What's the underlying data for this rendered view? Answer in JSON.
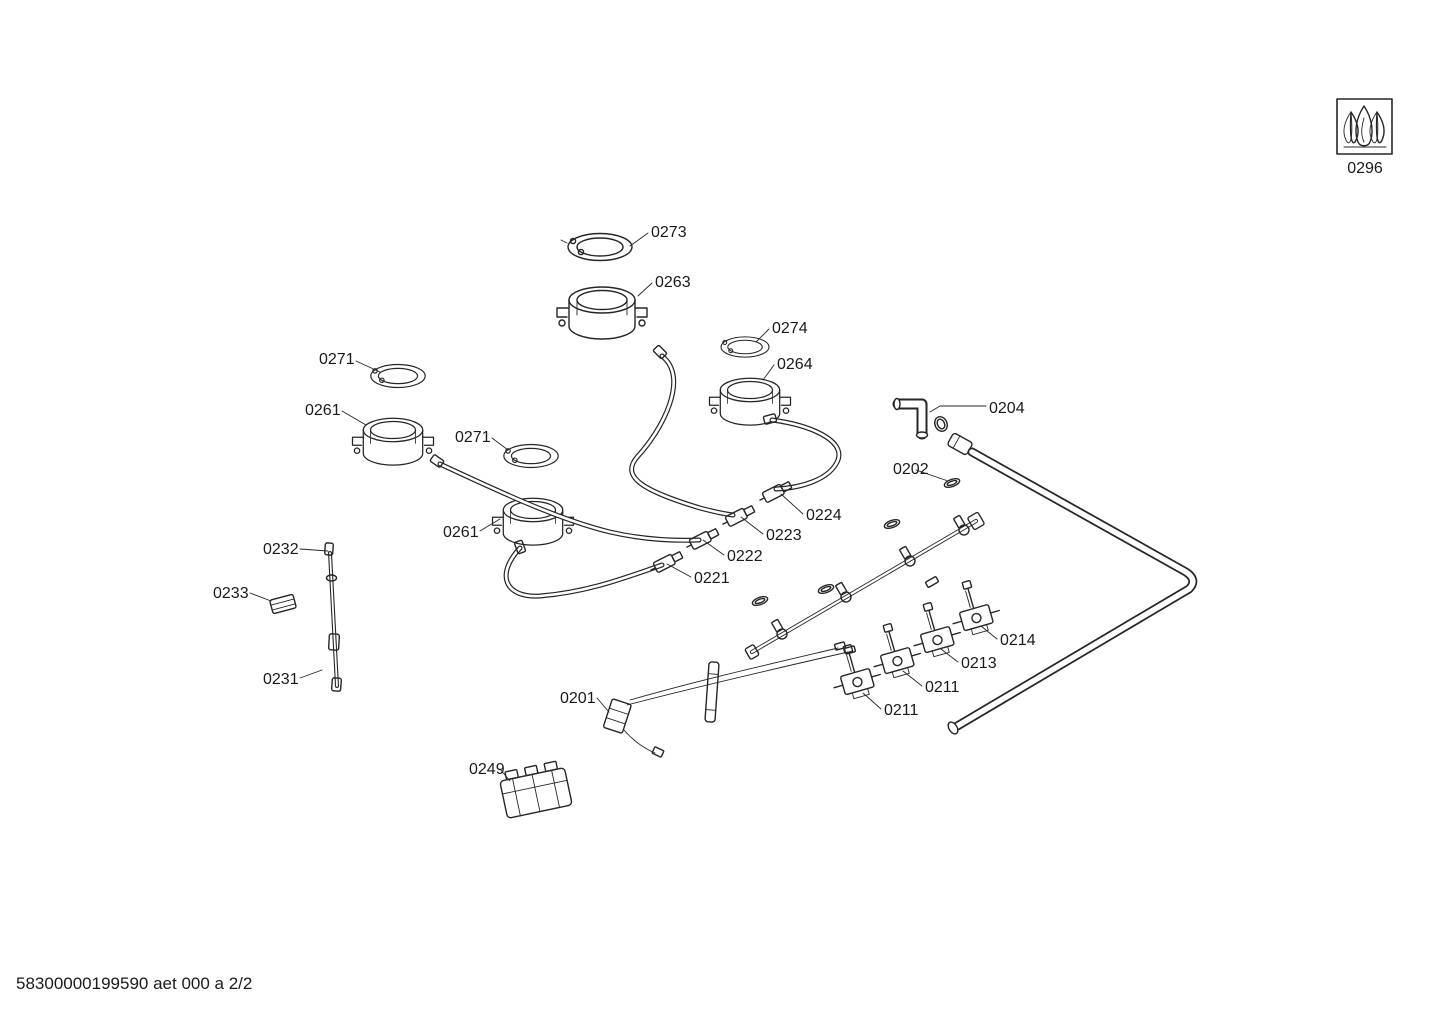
{
  "footer": {
    "doc_code": "58300000199590 aet 000 a 2/2"
  },
  "legend": {
    "flame_label": "0296"
  },
  "colors": {
    "background": "#ffffff",
    "line": "#262626",
    "text": "#1a1a1a"
  },
  "part_labels": [
    {
      "text": "0273"
    },
    {
      "text": "0263"
    },
    {
      "text": "0274"
    },
    {
      "text": "0264"
    },
    {
      "text": "0271"
    },
    {
      "text": "0261"
    },
    {
      "text": "0271"
    },
    {
      "text": "0261"
    },
    {
      "text": "0232"
    },
    {
      "text": "0233"
    },
    {
      "text": "0231"
    },
    {
      "text": "0221"
    },
    {
      "text": "0222"
    },
    {
      "text": "0223"
    },
    {
      "text": "0224"
    },
    {
      "text": "0202"
    },
    {
      "text": "0204"
    },
    {
      "text": "0214"
    },
    {
      "text": "0213"
    },
    {
      "text": "0211"
    },
    {
      "text": "0211"
    },
    {
      "text": "0201"
    },
    {
      "text": "0249"
    }
  ]
}
